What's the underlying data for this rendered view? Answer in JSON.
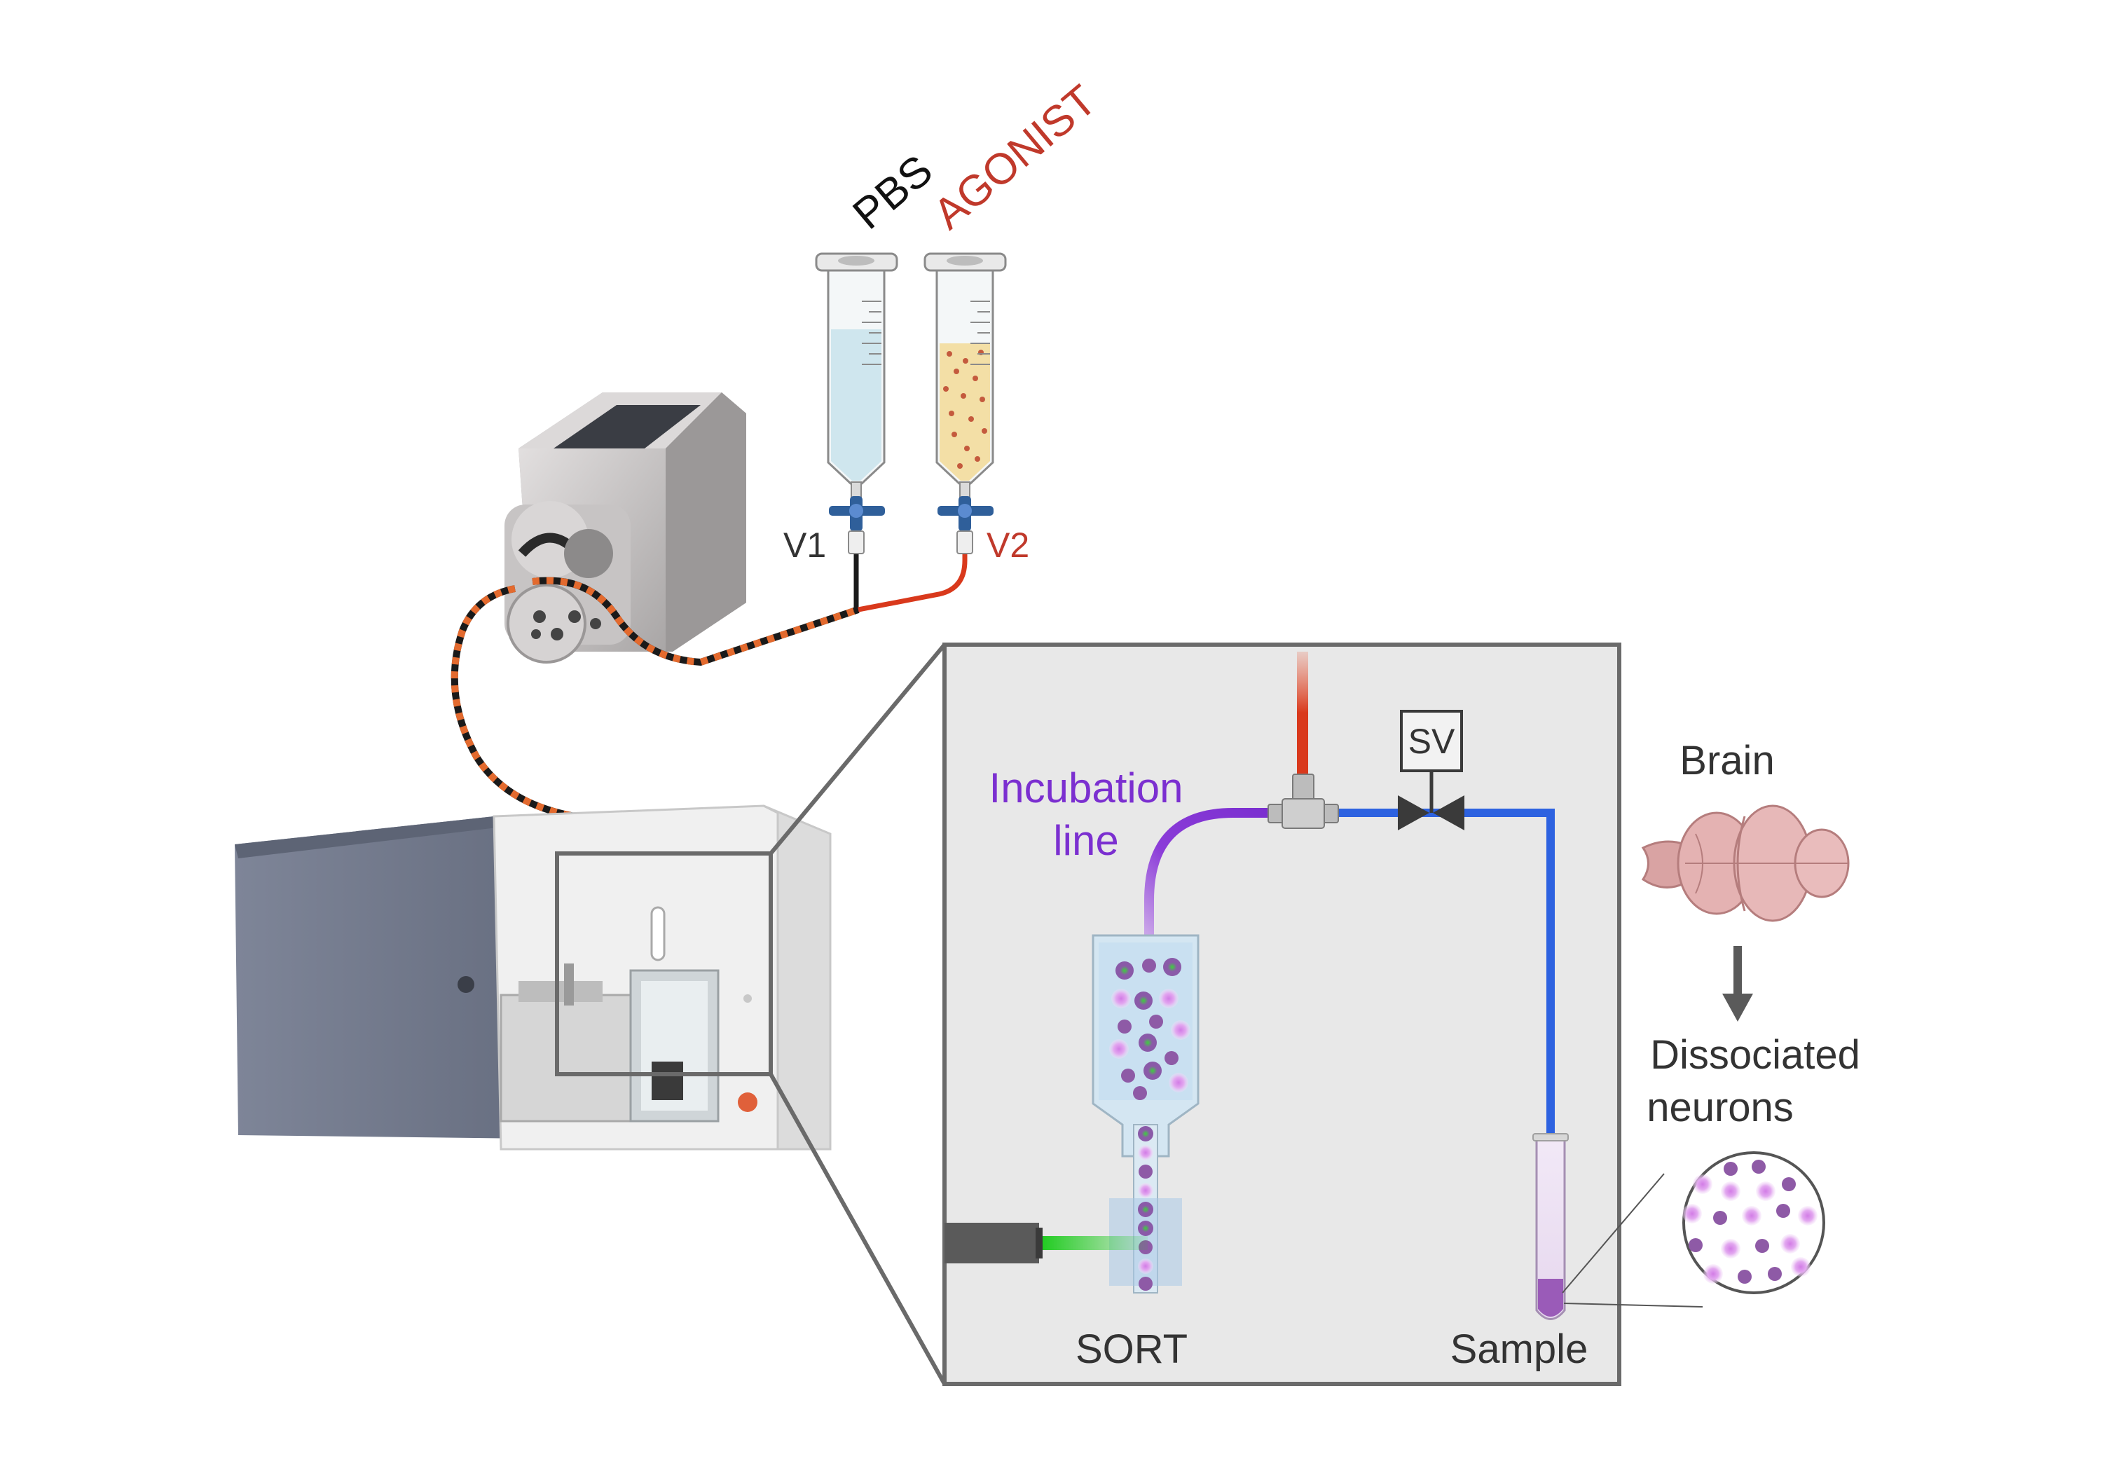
{
  "labels": {
    "pbs": "PBS",
    "agonist": "AGONIST",
    "v1": "V1",
    "v2": "V2",
    "incubation_line_1": "Incubation",
    "incubation_line_2": "line",
    "sv": "SV",
    "brain": "Brain",
    "dissociated_1": "Dissociated",
    "dissociated_2": "neurons",
    "sort": "SORT",
    "sample": "Sample"
  },
  "colors": {
    "agonist": "#c0392b",
    "incubation_line": "#7b2fd0",
    "sample_line": "#2d62e0",
    "laser": "#22cc22",
    "inset_background": "#e8e8e8",
    "inset_border": "#6a6a6a"
  },
  "icons": [
    "peristaltic-pump-icon",
    "syringe-icon",
    "stopcock-valve-icon",
    "flow-cytometer-icon",
    "solenoid-valve-icon",
    "brain-icon",
    "test-tube-icon",
    "laser-icon"
  ]
}
